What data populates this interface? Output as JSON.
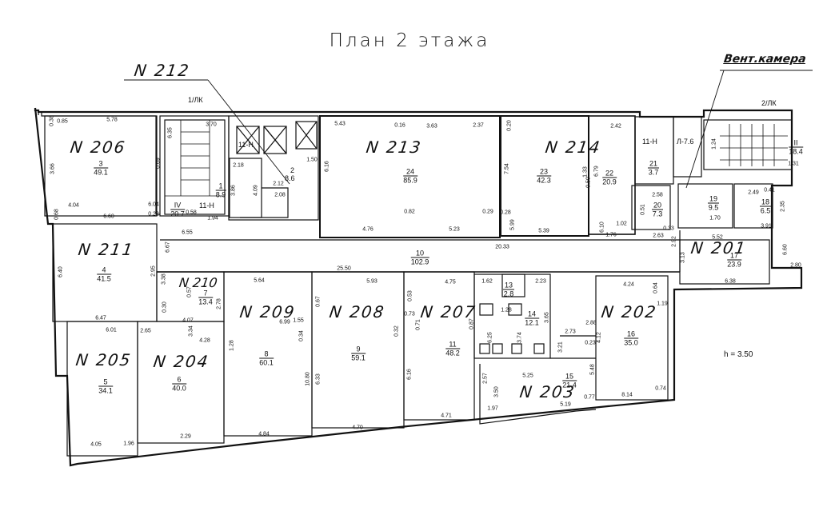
{
  "title": "План 2 этажа",
  "height_note": "h = 3.50",
  "callouts": {
    "n212": "N 212",
    "vent": "Вент.камера",
    "stair1": "1/ЛК",
    "stair2": "2/ЛК"
  },
  "units": [
    {
      "id": "n206",
      "label": "N 206"
    },
    {
      "id": "n213",
      "label": "N 213"
    },
    {
      "id": "n214",
      "label": "N 214"
    },
    {
      "id": "n211",
      "label": "N 211"
    },
    {
      "id": "n201",
      "label": "N 201"
    },
    {
      "id": "n210",
      "label": "N 210"
    },
    {
      "id": "n209",
      "label": "N 209"
    },
    {
      "id": "n208",
      "label": "N 208"
    },
    {
      "id": "n207",
      "label": "N 207"
    },
    {
      "id": "n202",
      "label": "N 202"
    },
    {
      "id": "n205",
      "label": "N 205"
    },
    {
      "id": "n204",
      "label": "N 204"
    },
    {
      "id": "n203",
      "label": "N 203"
    }
  ],
  "rooms": [
    {
      "num": "3",
      "area": "49.1"
    },
    {
      "num": "1",
      "area": "8.9"
    },
    {
      "num": "IV",
      "area": "20.7"
    },
    {
      "num": "24",
      "area": "85.9"
    },
    {
      "num": "23",
      "area": "42.3"
    },
    {
      "num": "22",
      "area": "20.9"
    },
    {
      "num": "21",
      "area": "3.7"
    },
    {
      "num": "20",
      "area": "7.3"
    },
    {
      "num": "19",
      "area": "9.5"
    },
    {
      "num": "18",
      "area": "6.5"
    },
    {
      "num": "II",
      "area": "18.4"
    },
    {
      "num": "10",
      "area": "102.9"
    },
    {
      "num": "4",
      "area": "41.5"
    },
    {
      "num": "17",
      "area": "23.9"
    },
    {
      "num": "7",
      "area": "13.4"
    },
    {
      "num": "13",
      "area": "2.8"
    },
    {
      "num": "14",
      "area": "12.1"
    },
    {
      "num": "16",
      "area": "35.0"
    },
    {
      "num": "8",
      "area": "60.1"
    },
    {
      "num": "9",
      "area": "59.1"
    },
    {
      "num": "11",
      "area": "48.2"
    },
    {
      "num": "5",
      "area": "34.1"
    },
    {
      "num": "6",
      "area": "40.0"
    },
    {
      "num": "15",
      "area": "21.4"
    }
  ],
  "labels": {
    "lh1": "11-Н",
    "lh2": "11-Н",
    "lh3": "11-Н",
    "lh4": "Л-7.6",
    "r2": "2",
    "r2a": "8.6"
  },
  "dims": [
    "5.78",
    "3.70",
    "5.43",
    "0.16",
    "3.63",
    "2.37",
    "0.20",
    "2.42",
    "6.35",
    "2.18",
    "3.86",
    "4.09",
    "1.94",
    "2.08",
    "2.12",
    "1.50",
    "6.16",
    "4.76",
    "0.82",
    "5.23",
    "0.29",
    "0.28",
    "5.39",
    "1.76",
    "1.02",
    "6.60",
    "6.55",
    "20.33",
    "25.50",
    "5.64",
    "5.93",
    "4.75",
    "4.24",
    "5.52",
    "6.38",
    "6.67",
    "2.95",
    "6.40",
    "6.47",
    "6.01",
    "2.65",
    "4.07",
    "4.28",
    "1.28",
    "10.80",
    "6.33",
    "6.16",
    "5.48",
    "4.12",
    "8.14",
    "4.05",
    "1.96",
    "2.29",
    "4.84",
    "4.70",
    "4.71",
    "5.19",
    "5.25",
    "3.21",
    "2.88",
    "2.73",
    "2.23",
    "1.62",
    "1.28",
    "0.87",
    "6.25",
    "3.74",
    "3.65",
    "3.50",
    "2.57",
    "1.97",
    "0.77",
    "0.74",
    "0.51",
    "2.58",
    "2.63",
    "2.92",
    "3.13",
    "3.91",
    "2.35",
    "2.49",
    "0.41",
    "1.70",
    "4.04",
    "0.85",
    "0.68",
    "0.69",
    "6.04",
    "0.22",
    "0.58",
    "0.38",
    "3.66",
    "0.30",
    "6.99",
    "1.55",
    "0.34",
    "0.32",
    "0.73",
    "0.71",
    "0.53",
    "0.67",
    "2.78",
    "3.34",
    "3.38",
    "0.57",
    "1.19",
    "0.64",
    "0.23",
    "1.33",
    "0.50",
    "6.79",
    "7.54",
    "5.99",
    "6.10",
    "1.24",
    "1.31",
    "2.80",
    "6.60",
    "0.33",
    "2.55",
    "0.36"
  ]
}
